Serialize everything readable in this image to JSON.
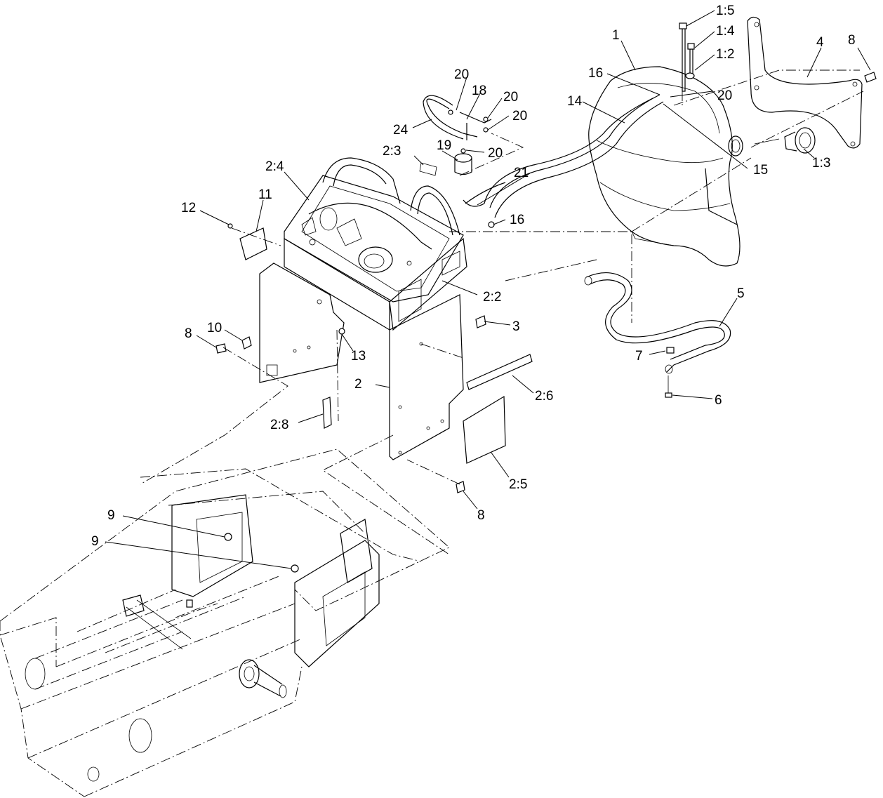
{
  "diagram": {
    "labels": {
      "l_1": "1",
      "l_1_5": "1:5",
      "l_1_4": "1:4",
      "l_1_2": "1:2",
      "l_1_3": "1:3",
      "l_2": "2",
      "l_2_2": "2:2",
      "l_2_3": "2:3",
      "l_2_4": "2:4",
      "l_2_5": "2:5",
      "l_2_6": "2:6",
      "l_2_8": "2:8",
      "l_3": "3",
      "l_4": "4",
      "l_5": "5",
      "l_6": "6",
      "l_7": "7",
      "l_8a": "8",
      "l_8b": "8",
      "l_8c": "8",
      "l_9a": "9",
      "l_9b": "9",
      "l_10": "10",
      "l_11": "11",
      "l_12": "12",
      "l_13": "13",
      "l_14": "14",
      "l_15": "15",
      "l_16a": "16",
      "l_16b": "16",
      "l_18": "18",
      "l_19": "19",
      "l_20a": "20",
      "l_20b": "20",
      "l_20c": "20",
      "l_20d": "20",
      "l_20e": "20",
      "l_21": "21",
      "l_24": "24"
    }
  }
}
